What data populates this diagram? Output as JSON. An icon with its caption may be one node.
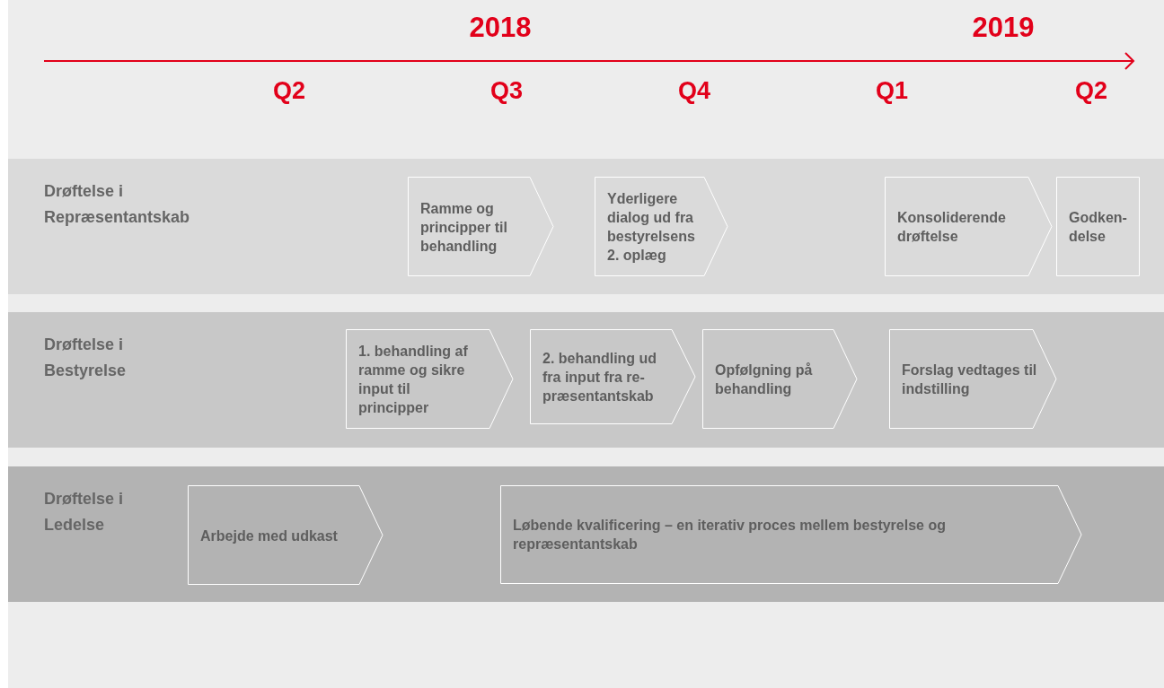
{
  "diagram": {
    "nodes": [
      {
        "text": [
          "Drøftelse i Repræsentantskab"
        ]
      },
      {
        "text": [
          "Ramme og principper til behandling"
        ],
        "in": 0
      },
      {
        "text": [
          "Yderligere dialog ud fra bestyrelsens 2. oplæg"
        ],
        "in": 0
      },
      {
        "text": [
          "Konsoliderende drøftelse"
        ],
        "in": 0
      },
      {
        "text": [
          "Godken-delse"
        ],
        "in": 0
      },
      {
        "text": [
          "Drøftelse i Bestyrelse"
        ]
      },
      {
        "text": [
          "1. behandling af ramme og sikre input til principper"
        ],
        "in": 5
      },
      {
        "text": [
          "2. behandling ud fra input fra re-præsentantskab"
        ],
        "in": 5
      },
      {
        "text": [
          "Opfølgning på behandling"
        ],
        "in": 5
      },
      {
        "text": [
          "Forslag vedtages til indstilling"
        ],
        "in": 5
      },
      {
        "text": [
          "Drøftelse i Ledelse"
        ]
      },
      {
        "text": [
          "Arbejde med udkast"
        ],
        "in": 10
      },
      {
        "text": [
          "Løbende kvalificering – en iterativ proces mellem bestyrelse og repræsentantskab"
        ],
        "in": 10
      }
    ],
    "labels": [
      "2018",
      "2019",
      "Q2",
      "Q3",
      "Q4",
      "Q1",
      "Q2"
    ]
  }
}
